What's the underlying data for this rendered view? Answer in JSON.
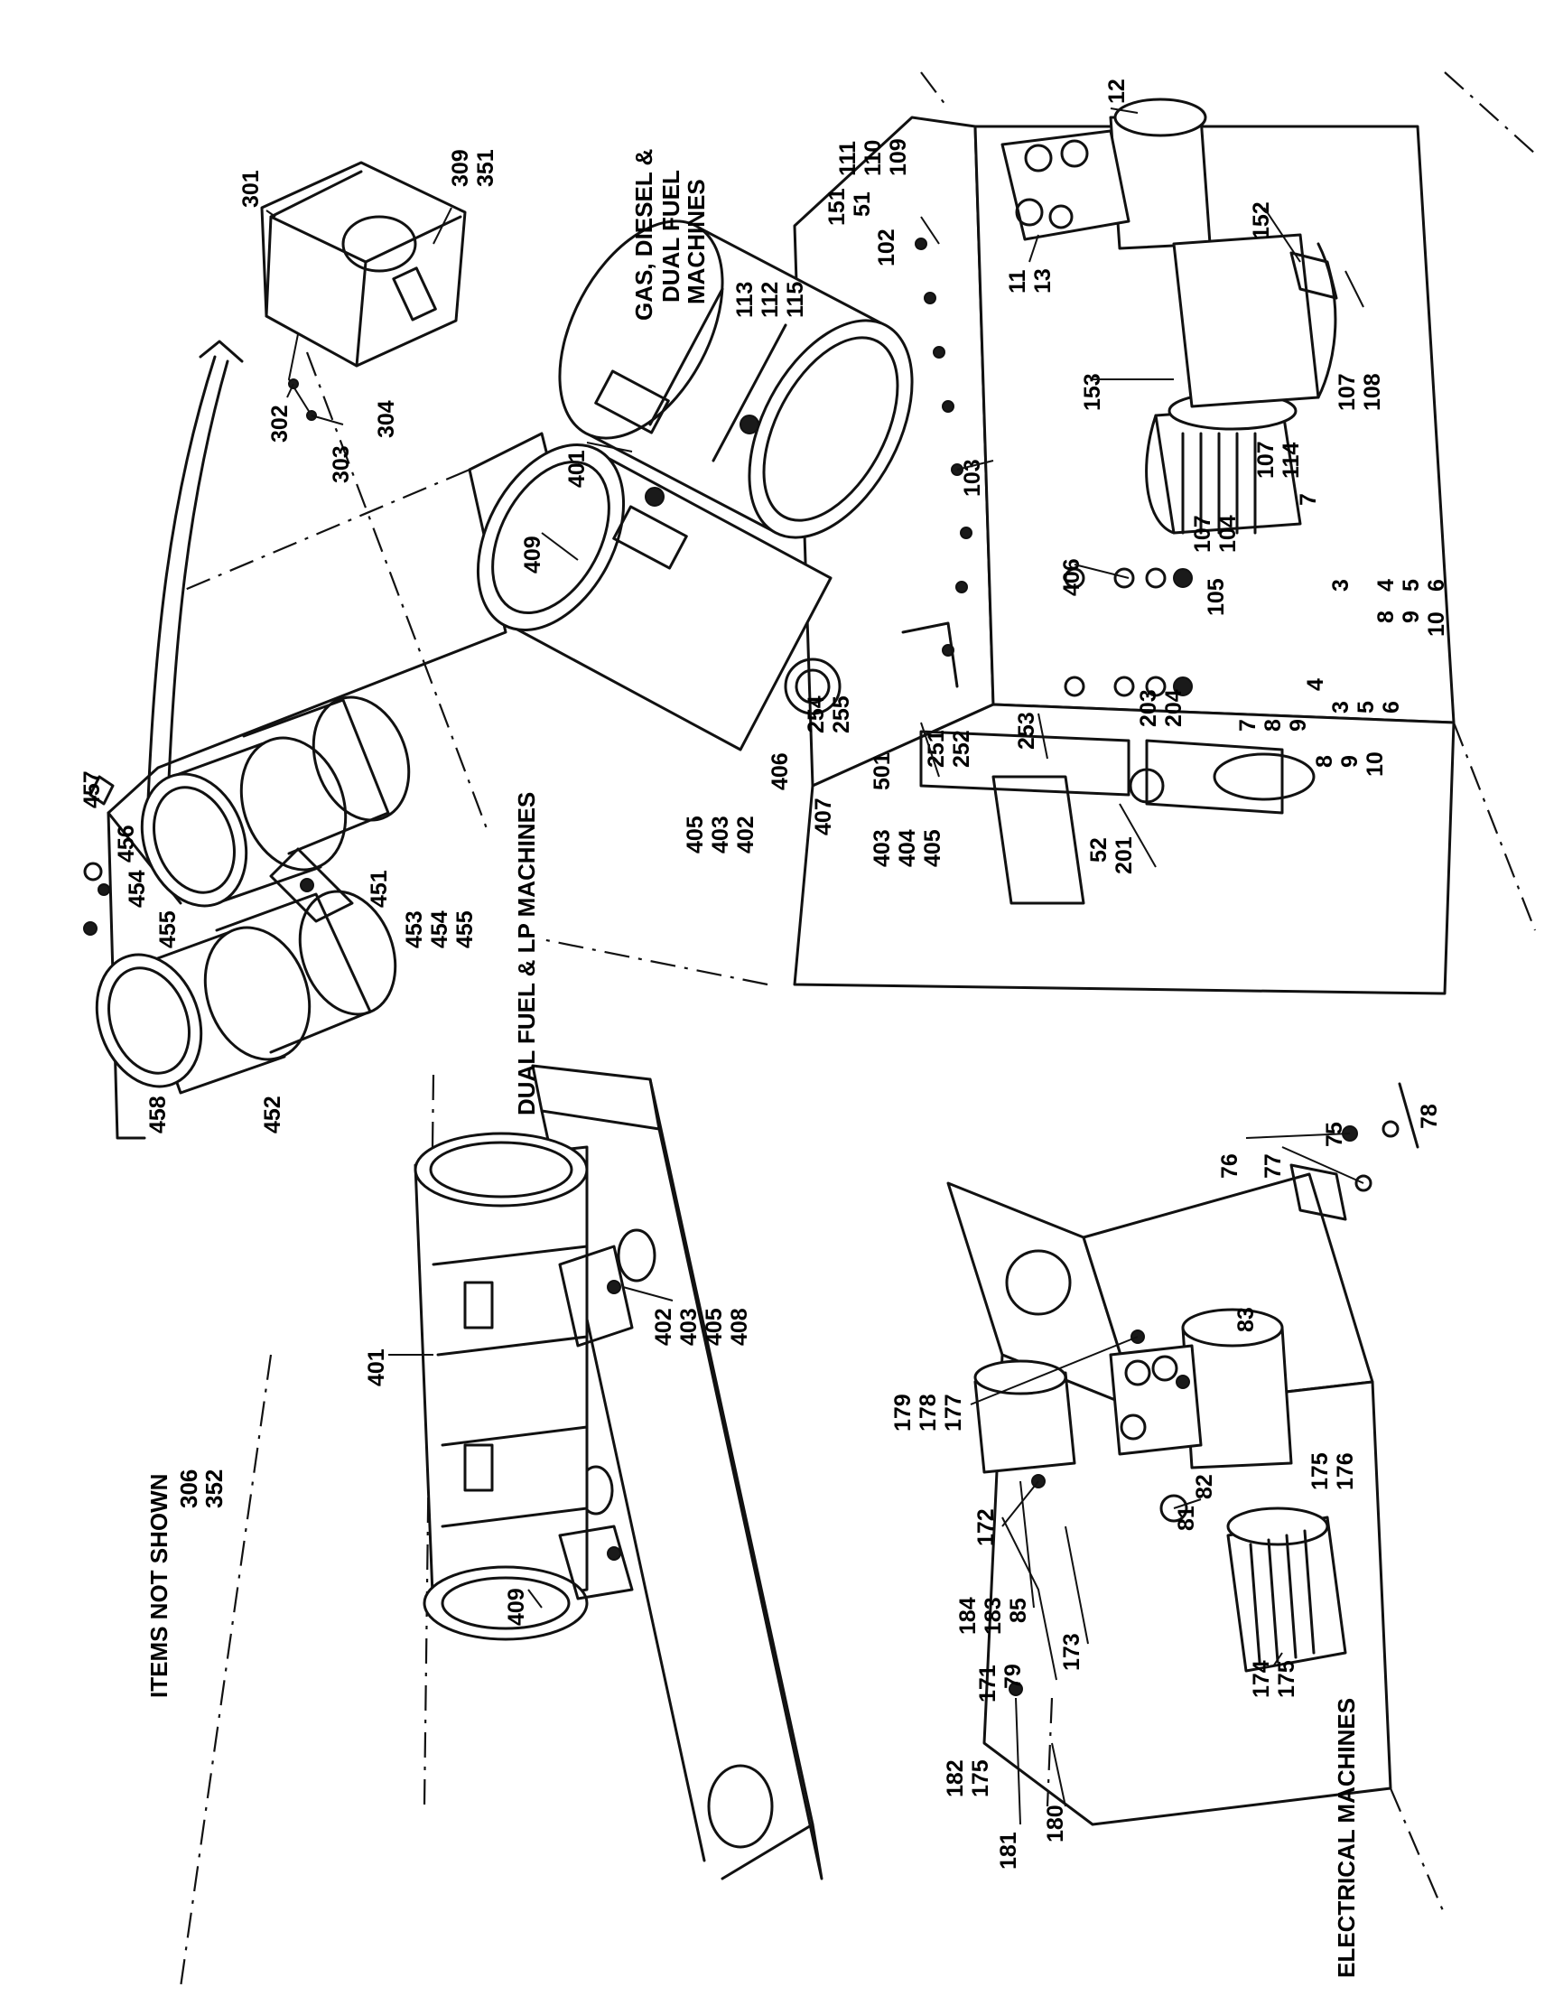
{
  "titles": {
    "items_not_shown": "ITEMS NOT SHOWN",
    "dual_fuel_lp": "DUAL FUEL & LP MACHINES",
    "gas_diesel_line1": "GAS, DIESEL &",
    "gas_diesel_line2": "DUAL FUEL",
    "gas_diesel_line3": "MACHINES",
    "electrical": "ELECTRICAL MACHINES"
  },
  "items_not_shown": [
    "306",
    "352"
  ],
  "callouts": {
    "c301": "301",
    "c309": "309",
    "c351": "351",
    "c302": "302",
    "c303": "303",
    "c304": "304",
    "c457": "457",
    "c456": "456",
    "c454a": "454",
    "c455a": "455",
    "c451": "451",
    "c453": "453",
    "c454b": "454",
    "c455b": "455",
    "c458": "458",
    "c452": "452",
    "c111": "111",
    "c110": "110",
    "c109": "109",
    "c12": "12",
    "c151": "151",
    "c51": "51",
    "c102": "102",
    "c11": "11",
    "c13": "13",
    "c113": "113",
    "c112": "112",
    "c115": "115",
    "c152": "152",
    "c401a": "401",
    "c409a": "409",
    "c153": "153",
    "c107a": "107",
    "c108": "108",
    "c107b": "107",
    "c114": "114",
    "c103": "103",
    "c7a": "7",
    "c107c": "107",
    "c104": "104",
    "c105": "105",
    "c406a": "406",
    "c3a": "3",
    "c4a": "4",
    "c5a": "5",
    "c6a": "6",
    "c8a": "8",
    "c9a": "9",
    "c10a": "10",
    "c3b": "3",
    "c4b": "4",
    "c5b": "5",
    "c6b": "6",
    "c7b": "7",
    "c8b": "8",
    "c9b": "9",
    "c8c": "8",
    "c9c": "9",
    "c10c": "10",
    "c203": "203",
    "c204": "204",
    "c254": "254",
    "c255": "255",
    "c501": "501",
    "c251": "251",
    "c252": "252",
    "c253": "253",
    "c406b": "406",
    "c407": "407",
    "c405a": "405",
    "c403a": "403",
    "c402a": "402",
    "c403b": "403",
    "c404": "404",
    "c405b": "405",
    "c52": "52",
    "c201": "201",
    "c401b": "401",
    "c402b": "402",
    "c403c": "403",
    "c405c": "405",
    "c408": "408",
    "c409b": "409",
    "c76": "76",
    "c77": "77",
    "c75": "75",
    "c78": "78",
    "c83": "83",
    "c179": "179",
    "c178": "178",
    "c177": "177",
    "c175a": "175",
    "c176": "176",
    "c172": "172",
    "c81": "81",
    "c82": "82",
    "c184": "184",
    "c183": "183",
    "c85": "85",
    "c171": "171",
    "c79": "79",
    "c173": "173",
    "c174": "174",
    "c175b": "175",
    "c182": "182",
    "c175c": "175",
    "c181": "181",
    "c180": "180"
  }
}
